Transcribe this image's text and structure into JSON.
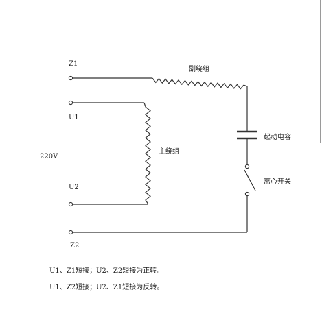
{
  "terminals": {
    "z1": "Z1",
    "u1": "U1",
    "u2": "U2",
    "z2": "Z2"
  },
  "supply_label": "220V",
  "components": {
    "aux_winding": "副绕组",
    "main_winding": "主绕组",
    "start_capacitor": "起动电容",
    "centrifugal_switch": "离心开关"
  },
  "notes": [
    "U1、Z1短接；U2、Z2短接为正转。",
    "U1、Z2短接；U2、Z1短接为反转。"
  ]
}
